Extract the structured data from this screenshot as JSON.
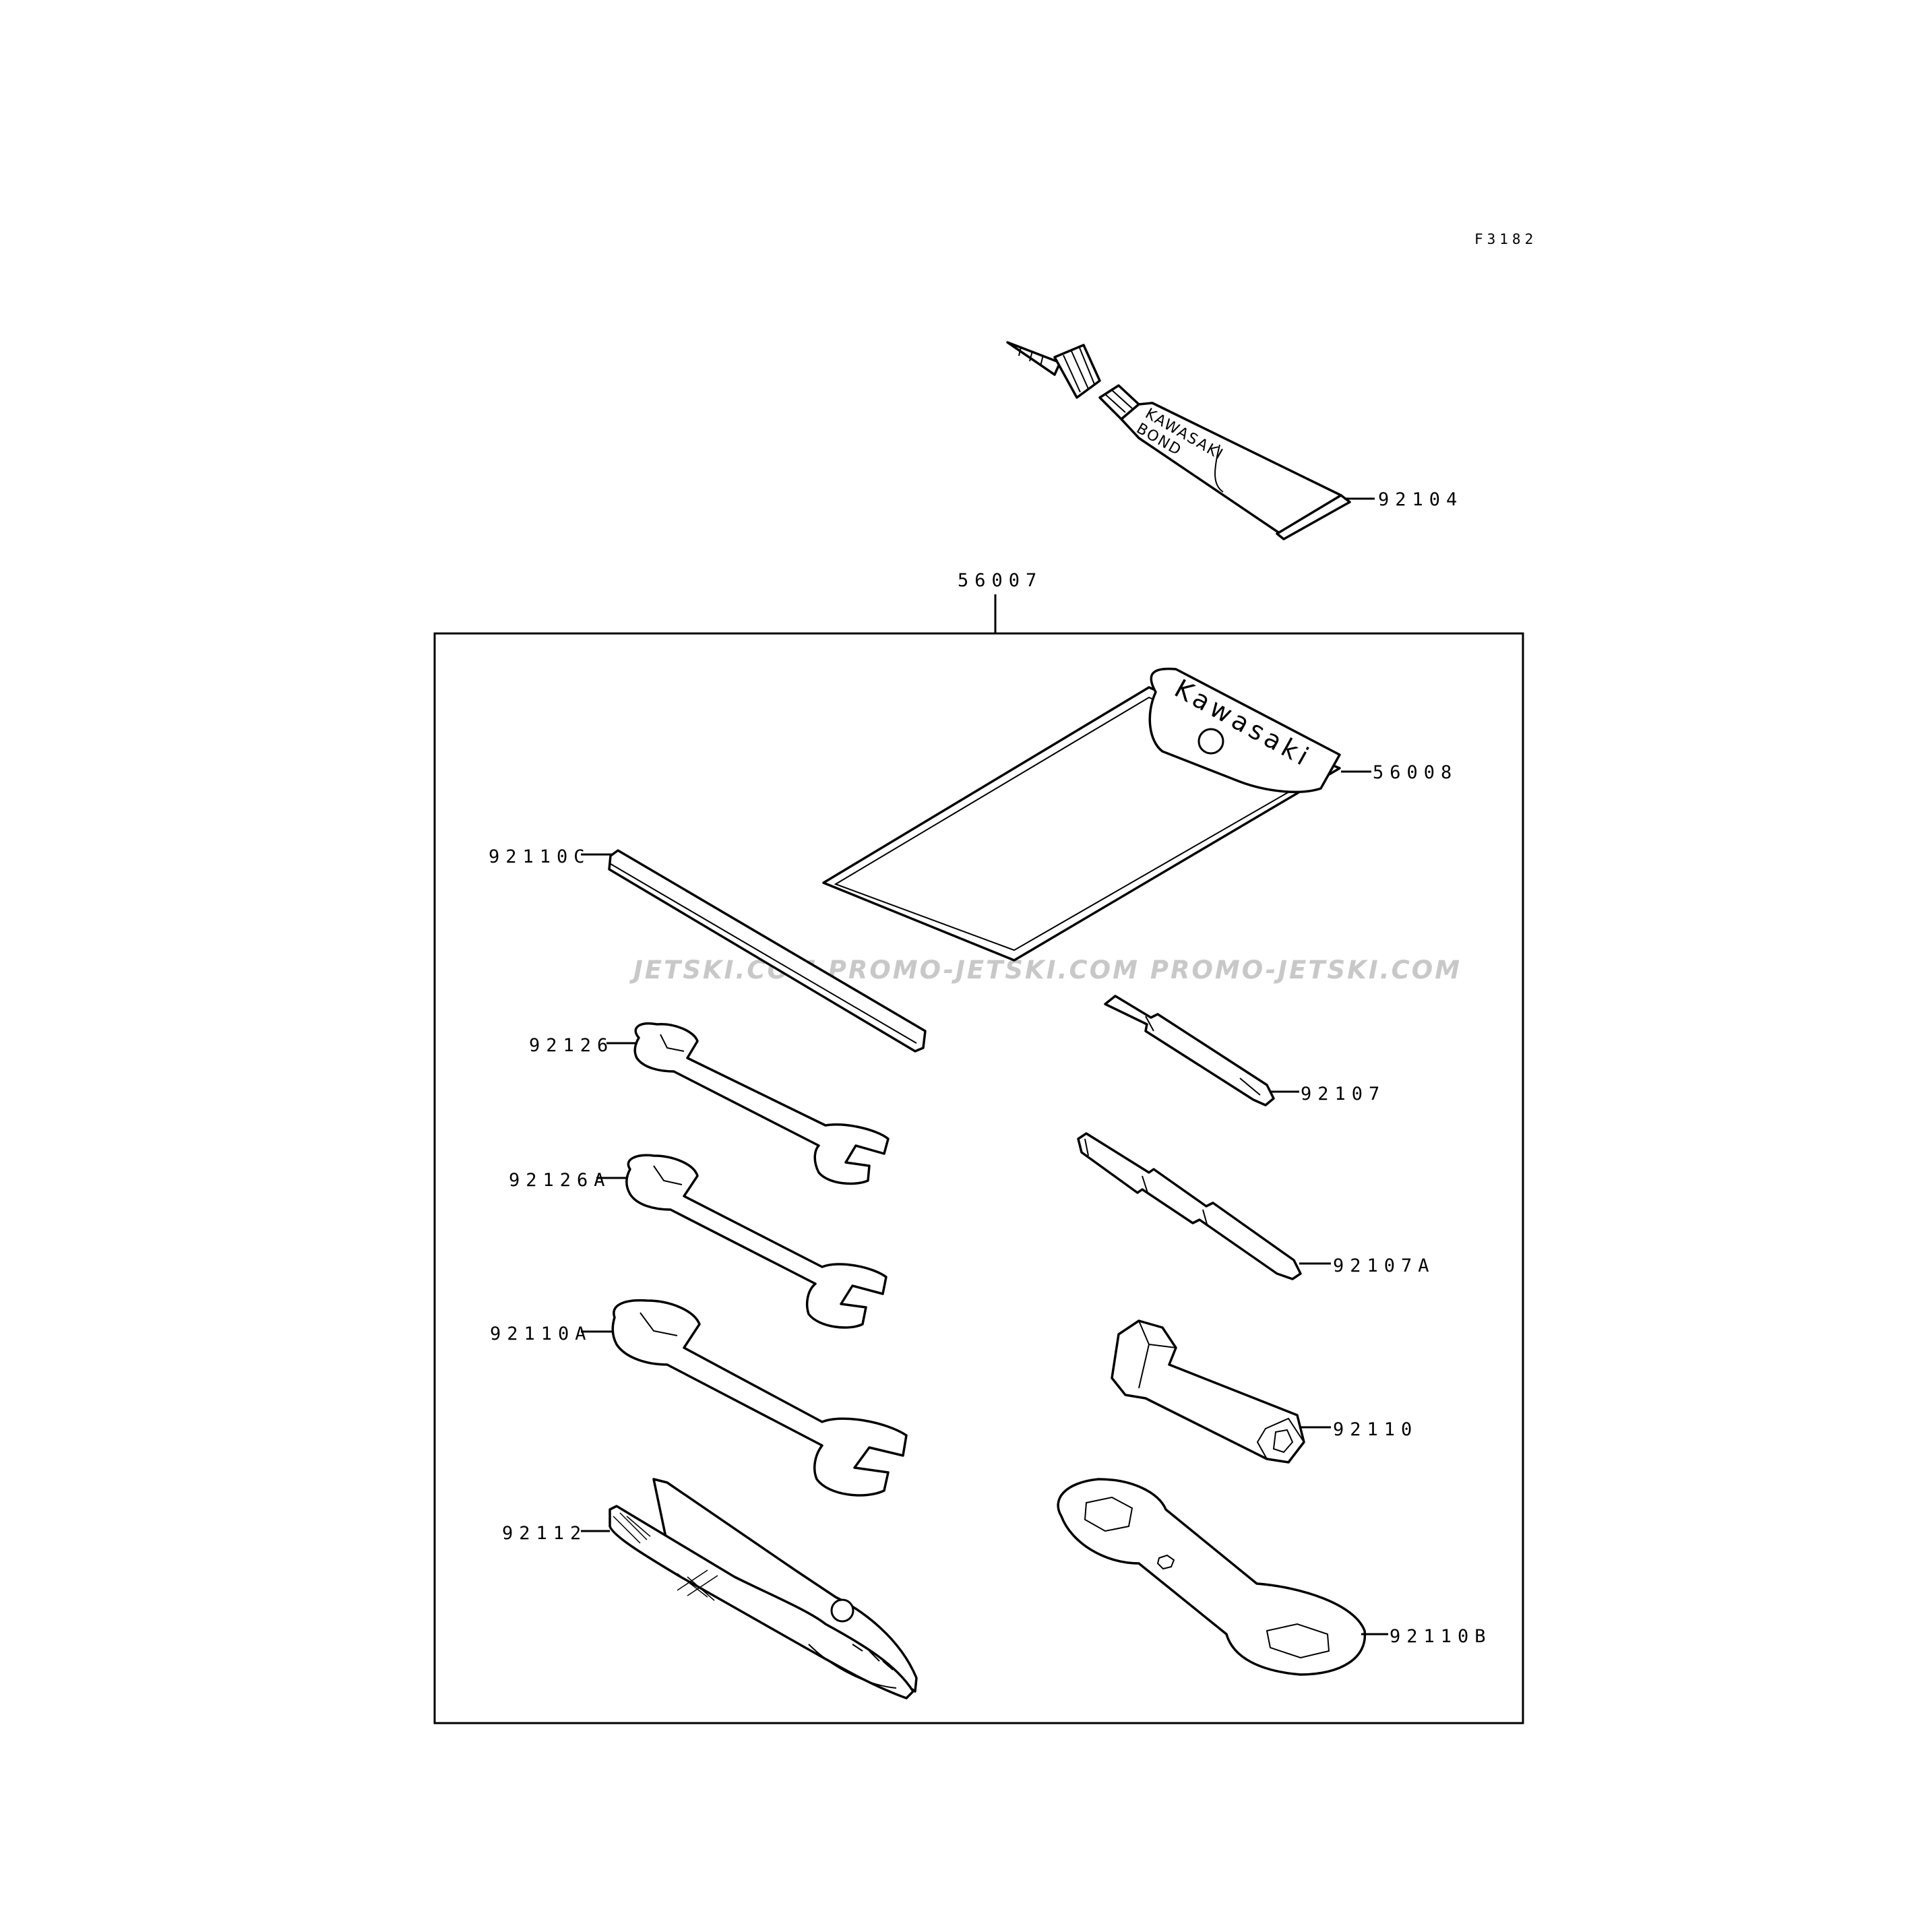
{
  "figure_code": "F3182",
  "watermark": "JETSKI.COM  PROMO-JETSKI.COM  PROMO-JETSKI.COM",
  "tube_brand_line1": "KAWASAKI",
  "tube_brand_line2": "BOND",
  "pouch_brand": "Kawasaki",
  "parts": [
    {
      "number": "92104"
    },
    {
      "number": "56007"
    },
    {
      "number": "56008"
    },
    {
      "number": "92110C"
    },
    {
      "number": "92126"
    },
    {
      "number": "92107"
    },
    {
      "number": "92126A"
    },
    {
      "number": "92107A"
    },
    {
      "number": "92110A"
    },
    {
      "number": "92110"
    },
    {
      "number": "92112"
    },
    {
      "number": "92110B"
    }
  ]
}
